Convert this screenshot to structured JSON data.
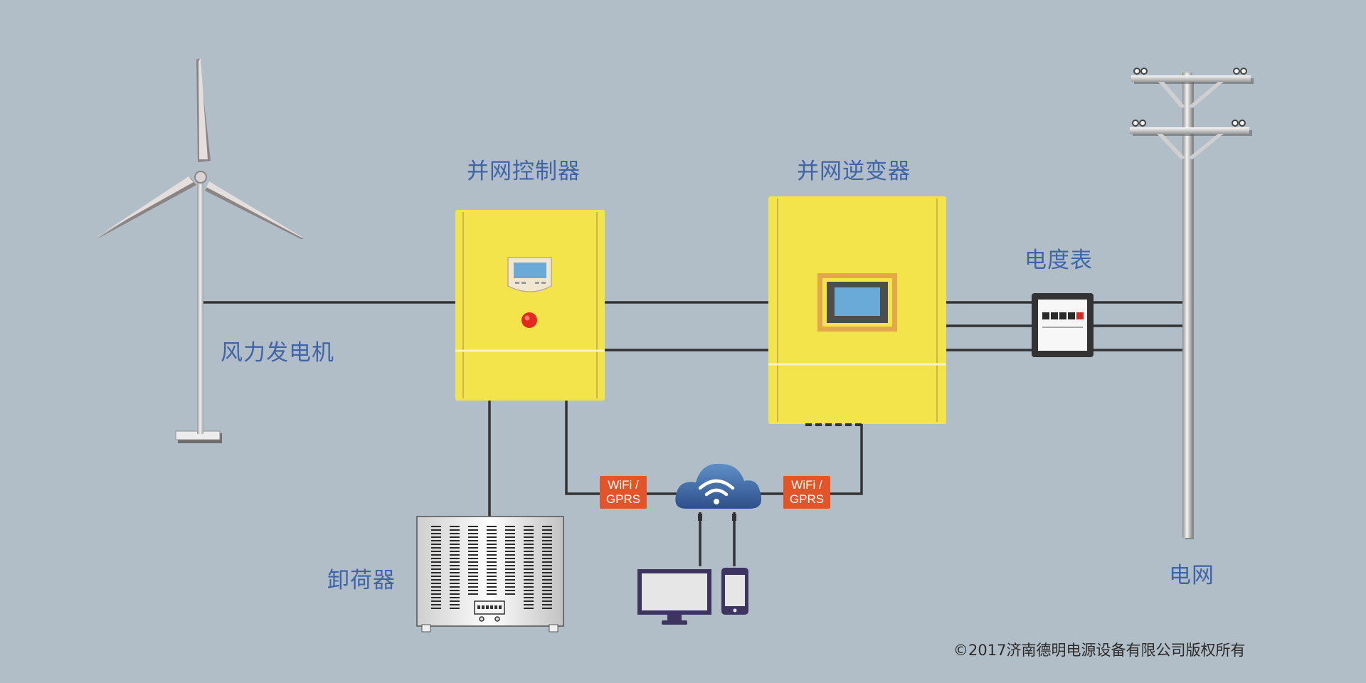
{
  "labels": {
    "wind_turbine": "风力发电机",
    "grid_controller": "并网控制器",
    "grid_inverter": "并网逆变器",
    "energy_meter": "电度表",
    "power_grid": "电网",
    "dump_load": "卸荷器"
  },
  "network_tags": [
    {
      "line1": "WiFi /",
      "line2": "GPRS"
    },
    {
      "line1": "WiFi /",
      "line2": "GPRS"
    }
  ],
  "copyright": "©2017济南德明电源设备有限公司版权所有",
  "colors": {
    "background": "#b1bec7",
    "label_text": "#3f64a8",
    "device_yellow": "#f2e44a",
    "tag_orange": "#e3542b",
    "wire": "#333333"
  },
  "icons": [
    "wind-turbine-icon",
    "cloud-wifi-icon",
    "desktop-monitor-icon",
    "smartphone-icon",
    "utility-pole-icon",
    "energy-meter-icon"
  ]
}
